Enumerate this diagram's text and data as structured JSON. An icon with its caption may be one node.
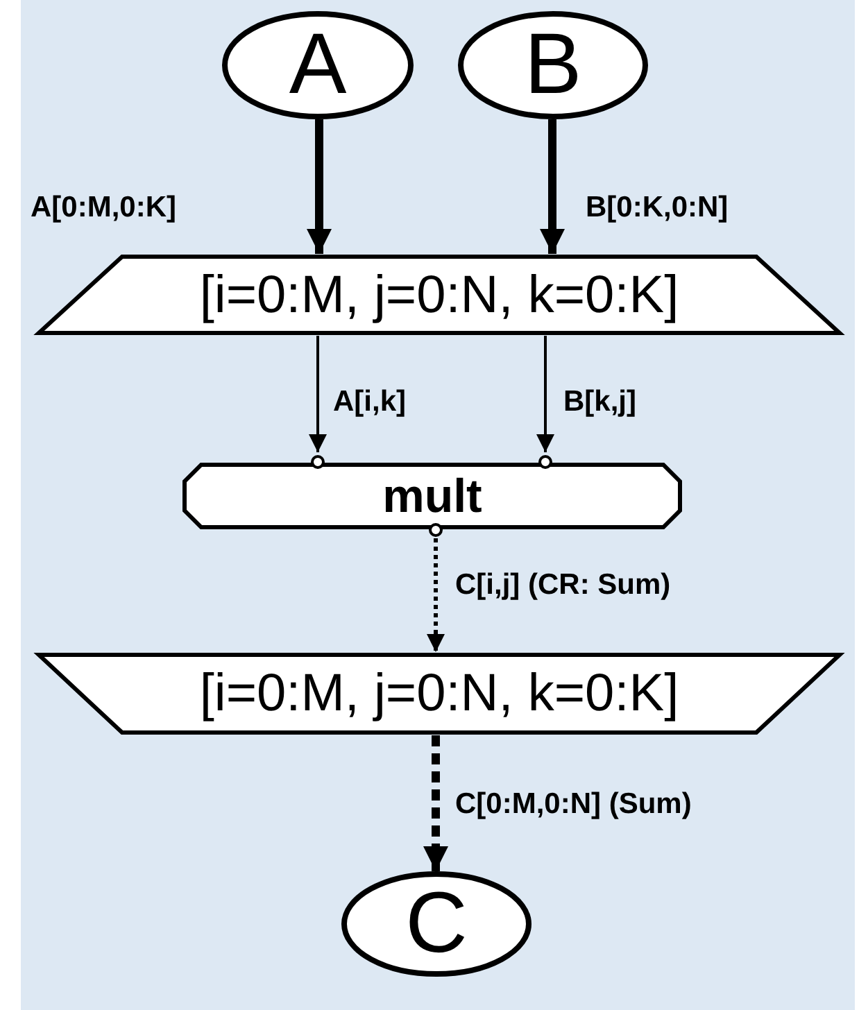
{
  "diagram": {
    "nodes": [
      {
        "text": [
          "A"
        ]
      },
      {
        "text": [
          "B"
        ]
      },
      {
        "text": [
          "[i=0:M, j=0:N, k=0:K]"
        ]
      },
      {
        "text": [
          "mult"
        ]
      },
      {
        "text": [
          "[i=0:M, j=0:N, k=0:K]"
        ]
      },
      {
        "text": [
          "C"
        ]
      }
    ],
    "edges": [
      {
        "from": 0,
        "to": 2,
        "arrow": "to",
        "label": "A[0:M,0:K]",
        "style": "thick"
      },
      {
        "from": 1,
        "to": 2,
        "arrow": "to",
        "label": "B[0:K,0:N]",
        "style": "thick"
      },
      {
        "from": 2,
        "to": 3,
        "arrow": "to",
        "label": "A[i,k]"
      },
      {
        "from": 2,
        "to": 3,
        "arrow": "to",
        "label": "B[k,j]"
      },
      {
        "from": 3,
        "to": 4,
        "arrow": "to",
        "label": "C[i,j] (CR: Sum)",
        "style": "dashed"
      },
      {
        "from": 4,
        "to": 5,
        "arrow": "to",
        "label": "C[0:M,0:N] (Sum)",
        "style": "dashed"
      }
    ]
  }
}
